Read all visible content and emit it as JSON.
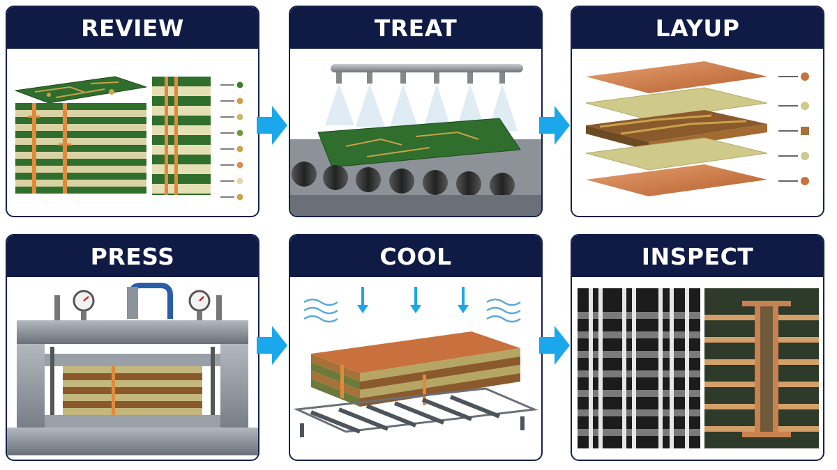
{
  "steps": [
    {
      "title": "REVIEW"
    },
    {
      "title": "TREAT"
    },
    {
      "title": "LAYUP"
    },
    {
      "title": "PRESS"
    },
    {
      "title": "COOL"
    },
    {
      "title": "INSPECT"
    }
  ],
  "colors": {
    "header_bg": "#0f1b45",
    "arrow": "#1aa7ec",
    "pcb_green": "#2d6a2e",
    "prepreg": "#cfc98a",
    "copper": "#c8713f"
  },
  "icons": {
    "flow_arrow": "right-arrow-icon",
    "gauge": "pressure-gauge-icon",
    "wave": "air-wave-icon",
    "down_arrow": "down-arrow-icon"
  }
}
